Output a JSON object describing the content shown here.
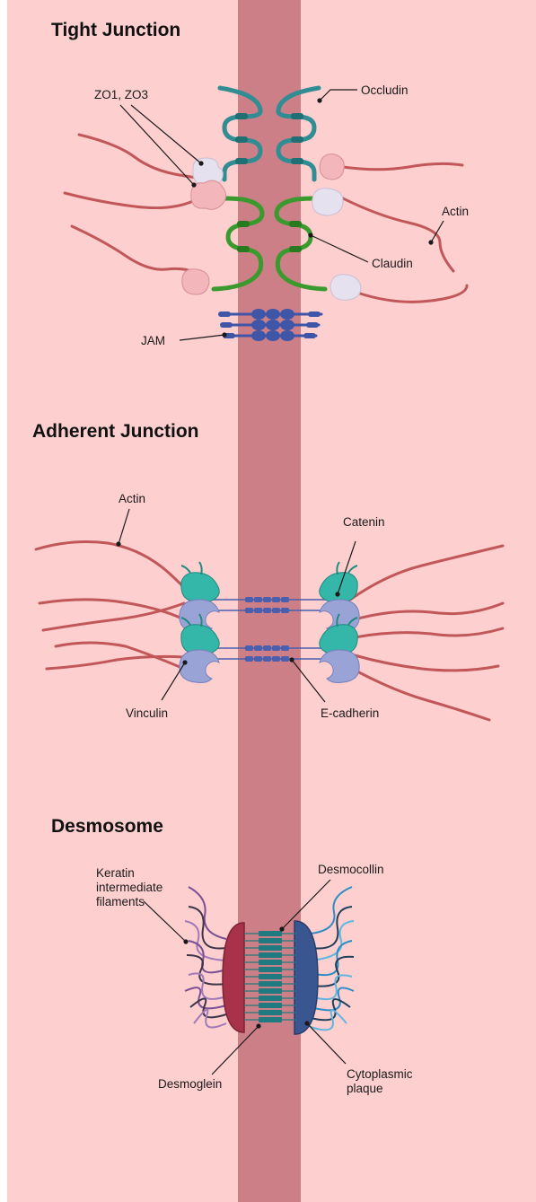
{
  "colors": {
    "background": "#fdcfcf",
    "membrane": "#cc7f86",
    "occludin": "#2f8d93",
    "claudin": "#3a9a2e",
    "jam": "#3e55a8",
    "zo_pink": "#f2b6bb",
    "zo_lavender": "#e6e1ee",
    "actin": "#c2575a",
    "catenin": "#34b6a8",
    "vinculin": "#9aa3d6",
    "cadherin": "#4a5fae",
    "desmo_plaque_left": "#a8324a",
    "desmo_plaque_right": "#3a5690",
    "desmocollin": "#1f7b80",
    "keratin_left": "#7b4f95",
    "keratin_right": "#2c8cc4"
  },
  "sections": {
    "tight_junction": {
      "title": "Tight Junction",
      "labels": {
        "occludin": "Occludin",
        "zo": "ZO1, ZO3",
        "actin": "Actin",
        "claudin": "Claudin",
        "jam": "JAM"
      }
    },
    "adherent_junction": {
      "title": "Adherent Junction",
      "labels": {
        "actin": "Actin",
        "catenin": "Catenin",
        "vinculin": "Vinculin",
        "ecadherin": "E-cadherin"
      }
    },
    "desmosome": {
      "title": "Desmosome",
      "labels": {
        "keratin_line1": "Keratin",
        "keratin_line2": "intermediate",
        "keratin_line3": "filaments",
        "desmocollin": "Desmocollin",
        "desmoglein": "Desmoglein",
        "plaque_line1": "Cytoplasmic",
        "plaque_line2": "plaque"
      }
    }
  }
}
